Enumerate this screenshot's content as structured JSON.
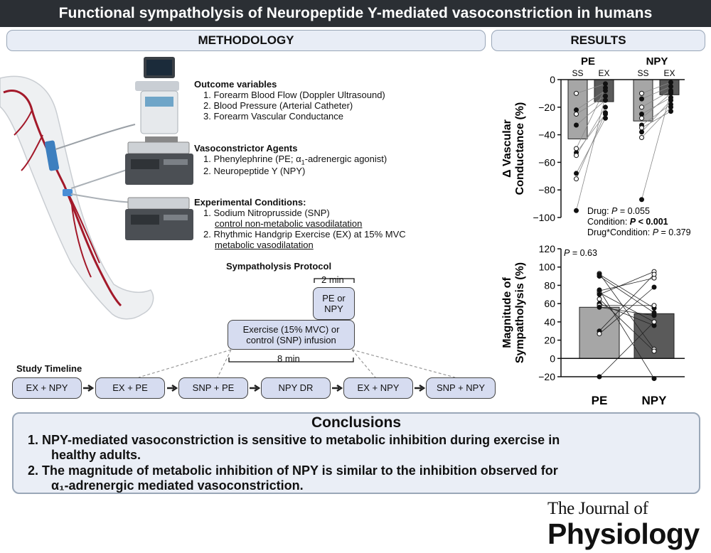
{
  "title": "Functional sympatholysis of Neuropeptide Y-mediated vasoconstriction in humans",
  "methodology": {
    "header": "METHODOLOGY",
    "outcome_title": "Outcome variables",
    "outcome_items": [
      "1.  Forearm Blood Flow (Doppler Ultrasound)",
      "2.  Blood Pressure (Arterial Catheter)",
      "3.  Forearm Vascular Conductance"
    ],
    "agents_title": "Vasoconstrictor Agents",
    "agent1_pre": "1.  Phenylephrine (PE; ",
    "agent1_alpha": "α",
    "agent1_sub": "1",
    "agent1_post": "-adrenergic agonist)",
    "agent2": "2.  Neuropeptide Y (NPY)",
    "conditions_title": "Experimental Conditions:",
    "cond1": "1.  Sodium Nitroprusside (SNP)",
    "cond1_sub": "control non-metabolic vasodilatation",
    "cond2": "2.  Rhythmic Handgrip Exercise (EX) at 15% MVC",
    "cond2_sub": "metabolic vasodilatation",
    "protocol_title": "Sympatholysis Protocol",
    "protocol_top_dur": "2 min",
    "protocol_top_box": "PE or NPY",
    "protocol_bottom_box": "Exercise (15% MVC) or control (SNP) infusion",
    "protocol_bottom_dur": "8 min",
    "timeline_title": "Study Timeline",
    "timeline": [
      "EX + NPY",
      "EX + PE",
      "SNP + PE",
      "NPY DR",
      "EX + NPY",
      "SNP + NPY"
    ]
  },
  "results": {
    "header": "RESULTS"
  },
  "chart_data": [
    {
      "type": "bar",
      "groups": [
        "PE",
        "NPY"
      ],
      "categories": [
        "SS",
        "EX"
      ],
      "ylabel_line1": "Δ Vascular",
      "ylabel_line2": "Conductance (%)",
      "ylim": [
        -100,
        0
      ],
      "yticks": [
        0,
        -20,
        -40,
        -60,
        -80,
        -100
      ],
      "bars": [
        {
          "group": "PE",
          "cond": "SS",
          "value": -43,
          "color": "#a6a6a6"
        },
        {
          "group": "PE",
          "cond": "EX",
          "value": -16,
          "color": "#5a5a5a"
        },
        {
          "group": "NPY",
          "cond": "SS",
          "value": -30,
          "color": "#a6a6a6"
        },
        {
          "group": "NPY",
          "cond": "EX",
          "value": -11,
          "color": "#5a5a5a"
        }
      ],
      "paired_points": {
        "PE": [
          [
            -10,
            -3
          ],
          [
            -22,
            -8
          ],
          [
            -25,
            -12
          ],
          [
            -33,
            -15
          ],
          [
            -50,
            -6
          ],
          [
            -53,
            -25
          ],
          [
            -55,
            -20
          ],
          [
            -68,
            -28
          ],
          [
            -72,
            -24
          ],
          [
            -95,
            -12
          ]
        ],
        "NPY": [
          [
            -10,
            -2
          ],
          [
            -14,
            -5
          ],
          [
            -20,
            -8
          ],
          [
            -25,
            -13
          ],
          [
            -28,
            -10
          ],
          [
            -33,
            -18
          ],
          [
            -35,
            -23
          ],
          [
            -38,
            -15
          ],
          [
            -42,
            -20
          ],
          [
            -87,
            -9
          ]
        ]
      },
      "stats": [
        {
          "label": "Drug: ",
          "p": "P",
          "value": " = 0.055",
          "bold": false
        },
        {
          "label": "Condition: ",
          "p": "P",
          "value": " < 0.001",
          "bold": true
        },
        {
          "label": "Drug*Condition: ",
          "p": "P",
          "value": " = 0.379",
          "bold": false
        }
      ]
    },
    {
      "type": "bar",
      "categories": [
        "PE",
        "NPY"
      ],
      "ylabel_line1": "Magnitude of",
      "ylabel_line2": "Sympatholysis (%)",
      "ylim": [
        -20,
        120
      ],
      "yticks": [
        120,
        100,
        80,
        60,
        40,
        20,
        0,
        -20
      ],
      "values": [
        56,
        49
      ],
      "colors": [
        "#a6a6a6",
        "#5a5a5a"
      ],
      "paired_points": [
        [
          93,
          10
        ],
        [
          92,
          55
        ],
        [
          74,
          88
        ],
        [
          72,
          40
        ],
        [
          70,
          95
        ],
        [
          60,
          36
        ],
        [
          58,
          58
        ],
        [
          56,
          47
        ],
        [
          30,
          92
        ],
        [
          27,
          78
        ],
        [
          -20,
          40
        ],
        [
          75,
          -22
        ],
        [
          65,
          8
        ],
        [
          90,
          50
        ]
      ],
      "p_label": "P",
      "p_value": " = 0.63"
    }
  ],
  "conclusions": {
    "title": "Conclusions",
    "items": [
      {
        "line1": "1.  NPY-mediated vasoconstriction is sensitive to metabolic inhibition during exercise in",
        "line2": "healthy adults."
      },
      {
        "line1": "2.  The magnitude of metabolic inhibition of NPY is similar to the inhibition observed for",
        "line2": "α₁-adrenergic mediated vasoconstriction."
      }
    ]
  },
  "journal": {
    "line1": "The Journal of",
    "line2": "Physiology"
  },
  "colors": {
    "title_bg": "#2b2f34",
    "panel_bg": "#e8edf6",
    "box_bg": "#d6dcf0",
    "artery": "#a3192a"
  }
}
